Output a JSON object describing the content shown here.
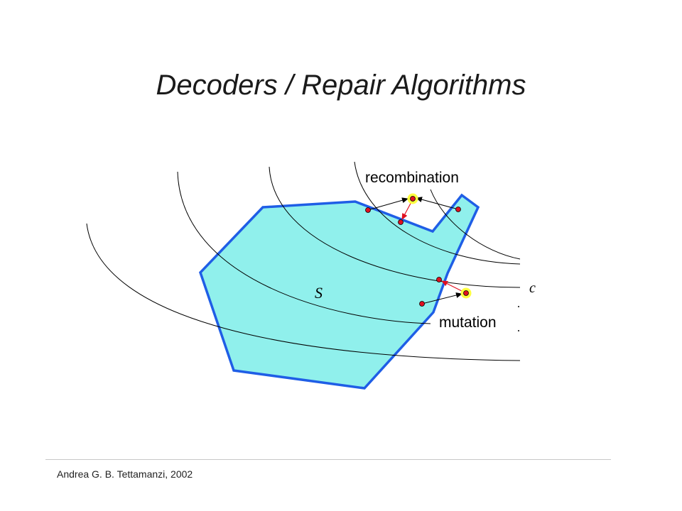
{
  "slide": {
    "title": "Decoders / Repair Algorithms",
    "footer": "Andrea G. B. Tettamanzi, 2002"
  },
  "diagram": {
    "region_label": "S",
    "constraint_label": "c",
    "recombination_label": "recombination",
    "mutation_label": "mutation",
    "colors": {
      "region_fill": "#90f0ec",
      "region_border": "#1f5ee6",
      "point": "#e01020",
      "highlight": "#ffff40",
      "arrow": "#000000",
      "repair_arrow": "#e01020",
      "contour": "#000000"
    }
  }
}
